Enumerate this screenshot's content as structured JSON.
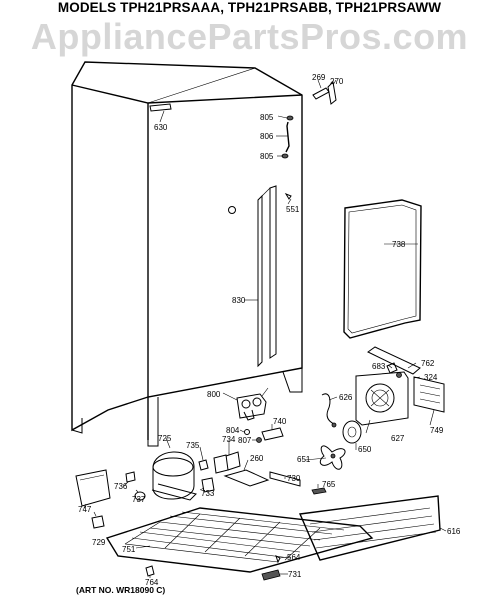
{
  "header": {
    "title": "MODELS TPH21PRSAAA, TPH21PRSABB, TPH21PRSAWW"
  },
  "watermark": {
    "text": "AppliancePartsPros.com"
  },
  "footer": {
    "art_number": "(ART NO. WR18090 C)"
  },
  "parts": {
    "p269": "269",
    "p270": "270",
    "p630": "630",
    "p805a": "805",
    "p806": "806",
    "p805b": "805",
    "p551": "551",
    "p738": "738",
    "p830": "830",
    "p762": "762",
    "p683": "683",
    "p324": "324",
    "p800": "800",
    "p626": "626",
    "p627": "627",
    "p749": "749",
    "p740": "740",
    "p804": "804",
    "p807": "807",
    "p725": "725",
    "p735": "735",
    "p734": "734",
    "p651": "651",
    "p650": "650",
    "p260": "260",
    "p736": "736",
    "p737": "737",
    "p733": "733",
    "p730": "730",
    "p765": "765",
    "p747": "747",
    "p729": "729",
    "p751": "751",
    "p616": "616",
    "p564": "564",
    "p731": "731",
    "p764": "764"
  }
}
